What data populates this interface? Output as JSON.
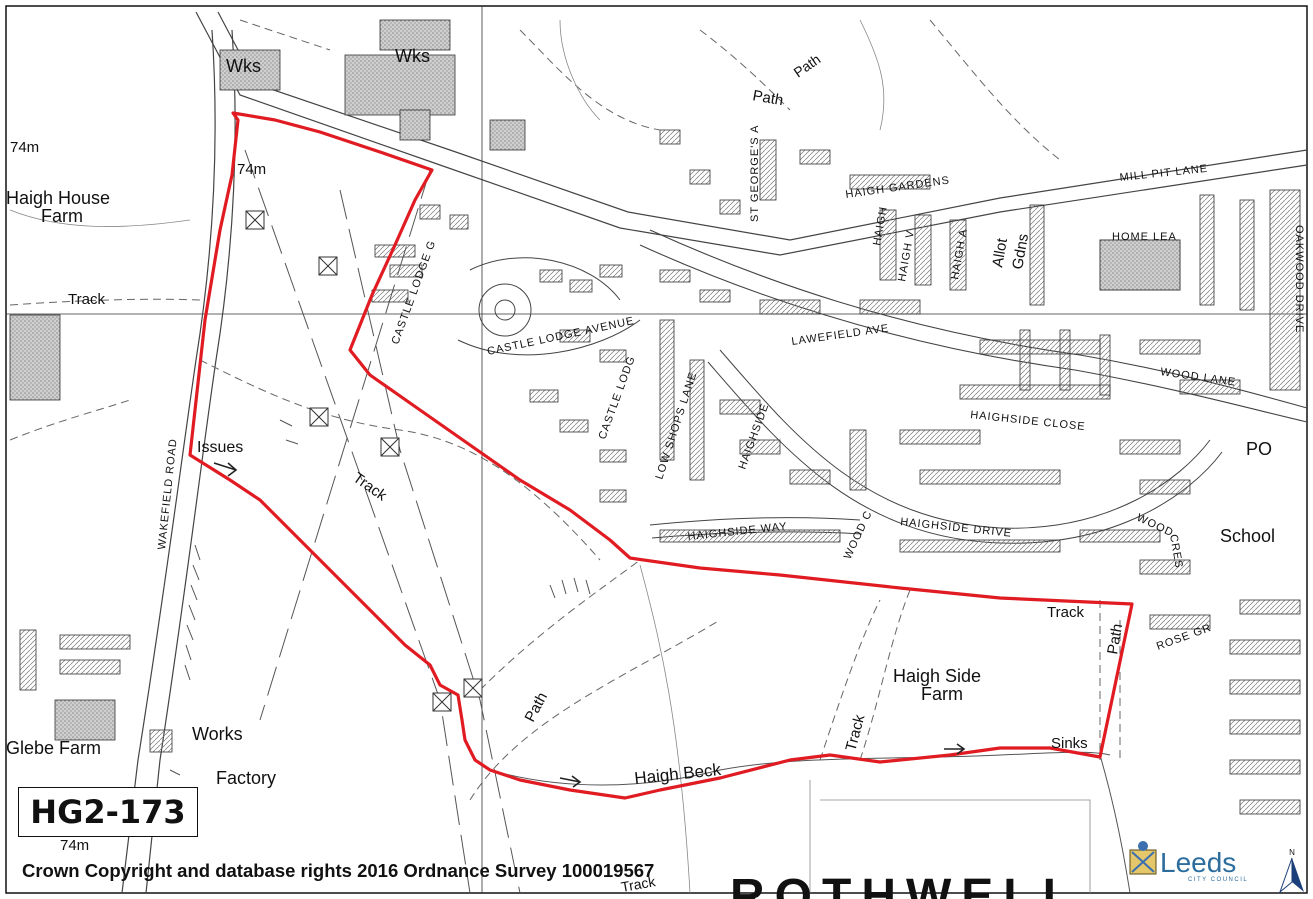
{
  "site_code": "HG2-173",
  "copyright": "Crown Copyright and database rights 2016 Ordnance Survey 100019567",
  "logo": {
    "name": "Leeds",
    "subtitle": "CITY COUNCIL"
  },
  "north_symbol": "N",
  "colors": {
    "boundary": "#e11b22",
    "linework": "#555555",
    "background": "#ffffff"
  },
  "labels": {
    "wks1": "Wks",
    "wks2": "Wks",
    "path_top1": "Path",
    "path_top2": "Path",
    "mill_pit_lane": "MILL PIT LANE",
    "spot_74m_left": "74m",
    "spot_74m_site": "74m",
    "spot_74m_bottom": "74m",
    "haigh_house_farm_1": "Haigh House",
    "haigh_house_farm_2": "Farm",
    "track_left": "Track",
    "haigh_gardens": "HAIGH GARDENS",
    "st_georges": "ST GEORGE'S A",
    "haigh_v": "HAIGH V",
    "haigh_a": "HAIGH A",
    "haigh": "HAIGH",
    "allot": "Allot",
    "gdns": "Gdns",
    "home_lea": "HOME LEA",
    "oakwood_drive": "OAKWOOD DRIVE",
    "castle_lodge_g": "CASTLE LODGE G",
    "castle_lodge_avenue": "CASTLE LODGE AVENUE",
    "lawefield_ave": "LAWEFIELD AVE",
    "wood_lane": "WOOD LANE",
    "wakefield_road": "WAKEFIELD ROAD",
    "issues": "Issues",
    "track_site": "Track",
    "castle_lodg": "CASTLE LODG",
    "low_shops_lane": "LOW SHOPS LANE",
    "haighside": "HAIGHSIDE",
    "haighside_close": "HAIGHSIDE CLOSE",
    "po": "PO",
    "haighside_way": "HAIGHSIDE WAY",
    "wood_c": "WOOD C",
    "haighside_drive": "HAIGHSIDE DRIVE",
    "wood": "WOOD",
    "cres": "CRES",
    "school": "School",
    "track_right": "Track",
    "path_right": "Path",
    "rose_gr": "ROSE GR",
    "haigh_side_farm_1": "Haigh Side",
    "haigh_side_farm_2": "Farm",
    "path_bottom": "Path",
    "track_bottom": "Track",
    "sinks": "Sinks",
    "works": "Works",
    "factory": "Factory",
    "glebe_farm": "Glebe Farm",
    "haigh_beck": "Haigh Beck",
    "track_footer": "Track",
    "rothwell": "ROTHWELL"
  }
}
